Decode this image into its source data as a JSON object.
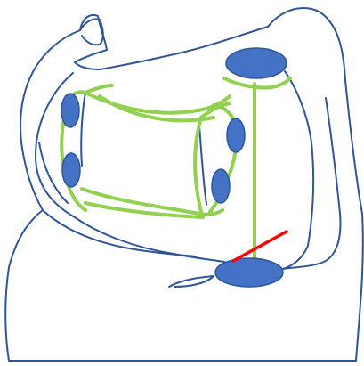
{
  "colors": {
    "background": "#ffffff",
    "outline": "#2f5597",
    "node_fill": "#4472c4",
    "node_stroke": "#2f5597",
    "ligament": "#92d050",
    "cut_mark": "#ff0000"
  },
  "elements": {
    "outline": "body-outline",
    "nodes": [
      "node-left-upper",
      "node-left-lower",
      "node-middle-upper",
      "node-middle-lower",
      "node-top-cylinder",
      "node-bottom-cylinder"
    ],
    "green_links": [
      "left-loop",
      "middle-loop",
      "upper-band",
      "lower-band",
      "vertical-line"
    ],
    "red_mark": "cut-mark"
  }
}
